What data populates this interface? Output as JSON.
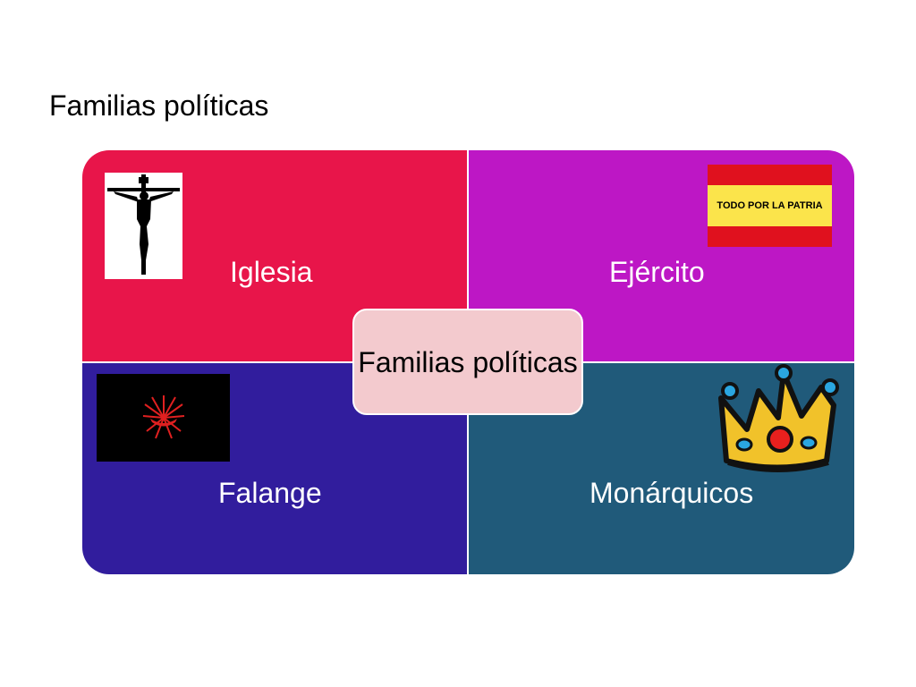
{
  "slide": {
    "title": "Familias políticas"
  },
  "diagram": {
    "center_label": "Familias políticas",
    "quadrants": [
      {
        "label": "Iglesia",
        "color": "#e8154a",
        "image": "crucifix-icon"
      },
      {
        "label": "Ejército",
        "color": "#bd17c5",
        "image": "spanish-flag-icon"
      },
      {
        "label": "Falange",
        "color": "#311d9d",
        "image": "yoke-and-arrows-icon"
      },
      {
        "label": "Monárquicos",
        "color": "#205a7a",
        "image": "crown-icon"
      }
    ],
    "center_color": "#f3cace"
  },
  "flag": {
    "text": "TODO POR LA PATRIA",
    "colors": [
      "#e0111e",
      "#fbe44b"
    ]
  }
}
